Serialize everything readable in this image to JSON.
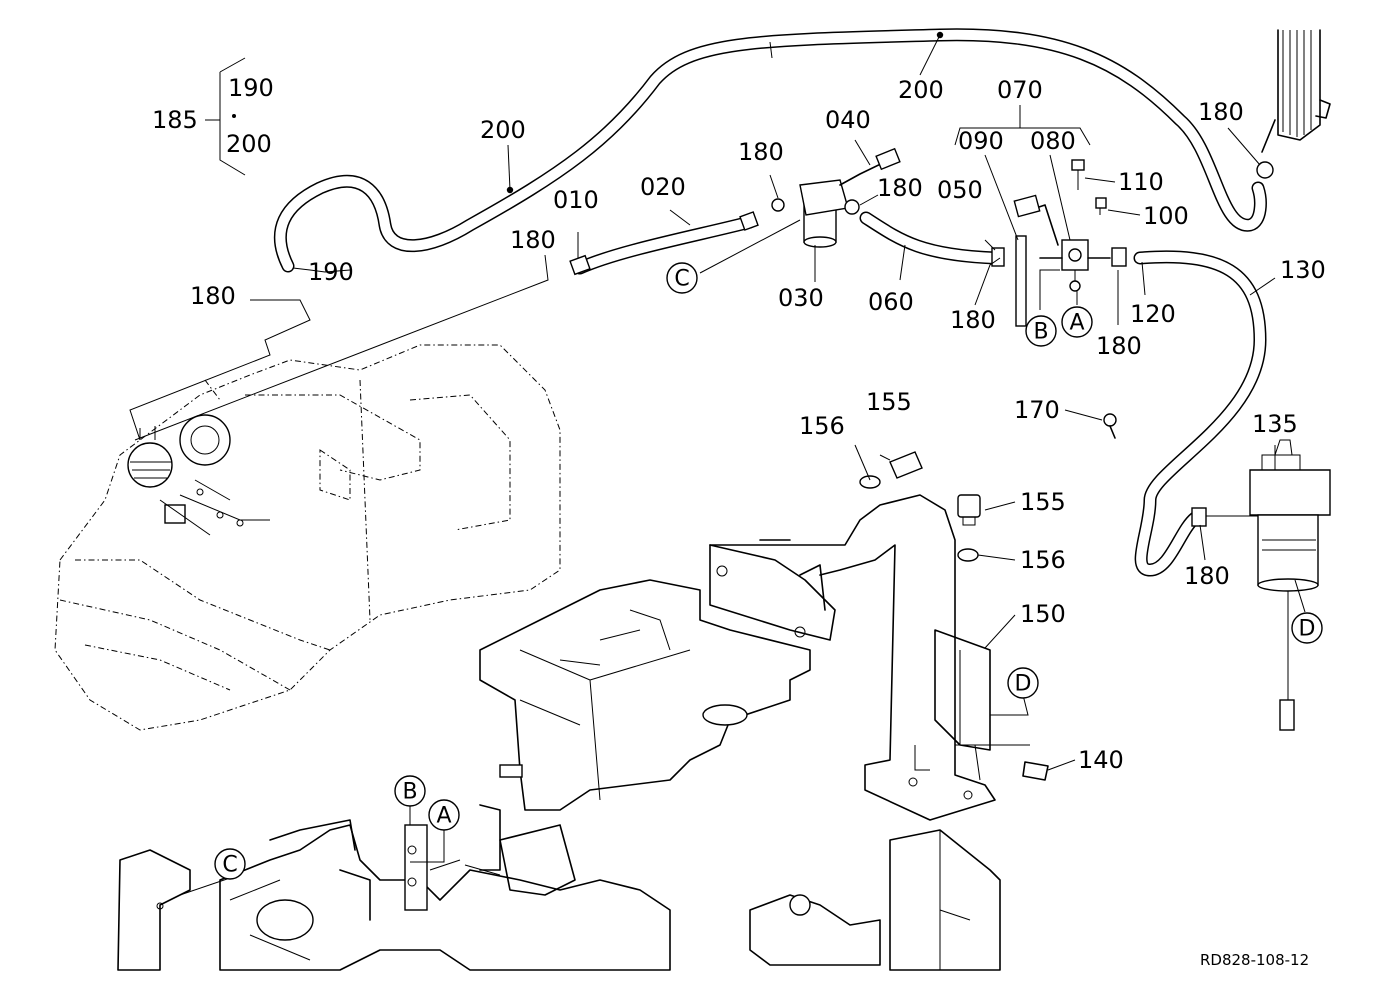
{
  "labels": {
    "l185": "185",
    "l190a": "190",
    "l200a": "200",
    "l200b": "200",
    "l200c": "200",
    "l190b": "190",
    "l180_1": "180",
    "l180_2": "180",
    "l010": "010",
    "l020": "020",
    "l180_3": "180",
    "l040": "040",
    "l180_4": "180",
    "l030": "030",
    "l060": "060",
    "l050": "050",
    "l180_5": "180",
    "l070": "070",
    "l090": "090",
    "l080": "080",
    "l110": "110",
    "l100": "100",
    "l180_6": "180",
    "l120": "120",
    "l180_7": "180",
    "l130": "130",
    "l170": "170",
    "l155a": "155",
    "l156a": "156",
    "l155b": "155",
    "l156b": "156",
    "l150": "150",
    "l135": "135",
    "l180_8": "180",
    "l140": "140"
  },
  "refs": {
    "rC1": "C",
    "rA1": "A",
    "rB1": "B",
    "rD1": "D",
    "rD2": "D",
    "rB2": "B",
    "rA2": "A",
    "rC2": "C"
  },
  "code": "RD828-108-12"
}
